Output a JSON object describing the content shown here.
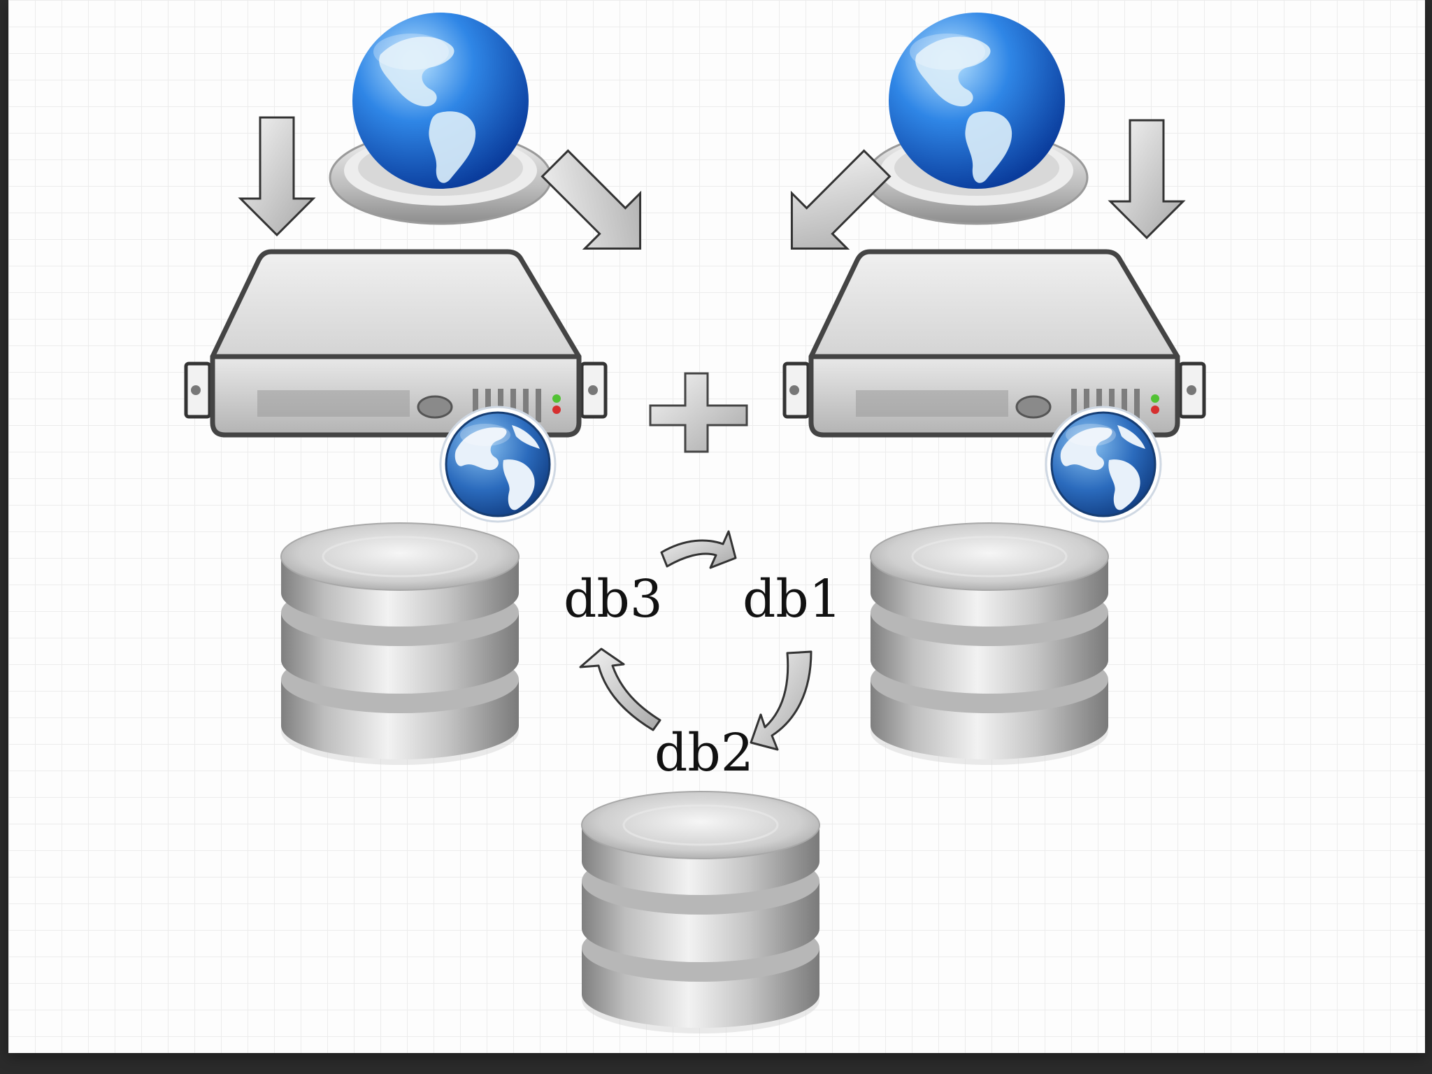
{
  "labels": {
    "db1": "db1",
    "db2": "db2",
    "db3": "db3"
  },
  "icons": {
    "top_globes": "globe-icon",
    "servers": "web-server-icon",
    "server_badges": "small-globe-icon",
    "databases": "database-cylinder-icon",
    "arrows": "arrow-icon",
    "join": "plus-icon"
  },
  "colors": {
    "globe_ocean": "#1f6fd6",
    "globe_land": "#d8ecf8",
    "server_body": "#e2e2e2",
    "server_outline": "#444444",
    "database_metal": "#c8c8c8",
    "arrow_fill": "#d0d0d0",
    "label_text": "#111111"
  }
}
